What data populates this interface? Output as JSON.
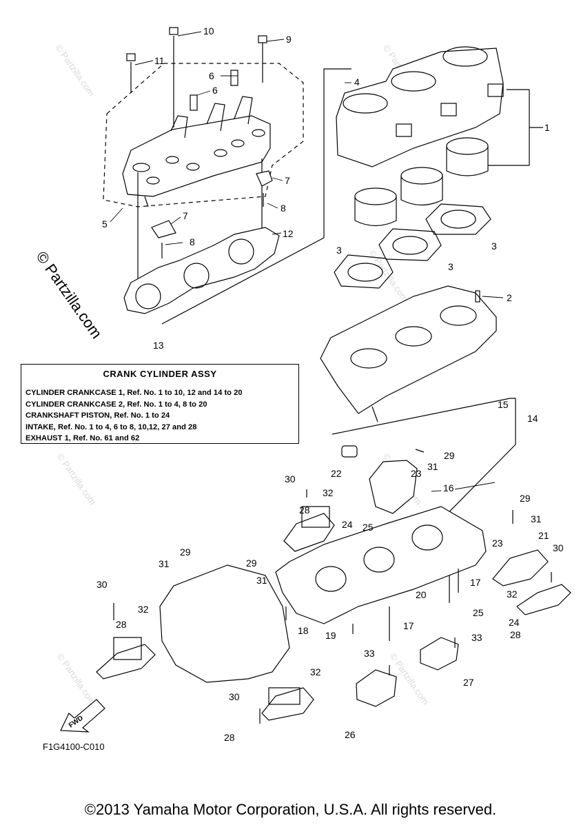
{
  "diagram": {
    "box": {
      "title": "CRANK CYLINDER ASSY",
      "lines": [
        "CYLINDER CRANKCASE 1, Ref. No. 1 to 10, 12 and 14 to 20",
        "CYLINDER CRANKCASE 2, Ref. No. 1 to 4, 8 to 20",
        "CRANKSHAFT PISTON,  Ref. No. 1 to 24",
        "INTAKE, Ref. No. 1 to 4, 6 to 8, 10,12, 27 and 28",
        "EXHAUST 1, Ref. No. 61 and 62"
      ]
    },
    "callouts": [
      "1",
      "2",
      "3",
      "3",
      "3",
      "4",
      "5",
      "6",
      "6",
      "7",
      "7",
      "8",
      "8",
      "9",
      "10",
      "11",
      "12",
      "13",
      "14",
      "15",
      "16",
      "17",
      "17",
      "18",
      "19",
      "20",
      "21",
      "22",
      "23",
      "23",
      "24",
      "24",
      "25",
      "25",
      "26",
      "27",
      "28",
      "28",
      "28",
      "28",
      "29",
      "29",
      "29",
      "29",
      "30",
      "30",
      "30",
      "30",
      "31",
      "31",
      "31",
      "31",
      "32",
      "32",
      "32",
      "32",
      "33",
      "33"
    ],
    "fwd_label": "FWD",
    "drawing_code": "F1G4100-C010",
    "watermark_main": "© Partzilla.com",
    "watermark_small": "© Partzilla.com"
  },
  "footer": {
    "copyright": "©2013 Yamaha Motor Corporation, U.S.A. All rights reserved."
  }
}
